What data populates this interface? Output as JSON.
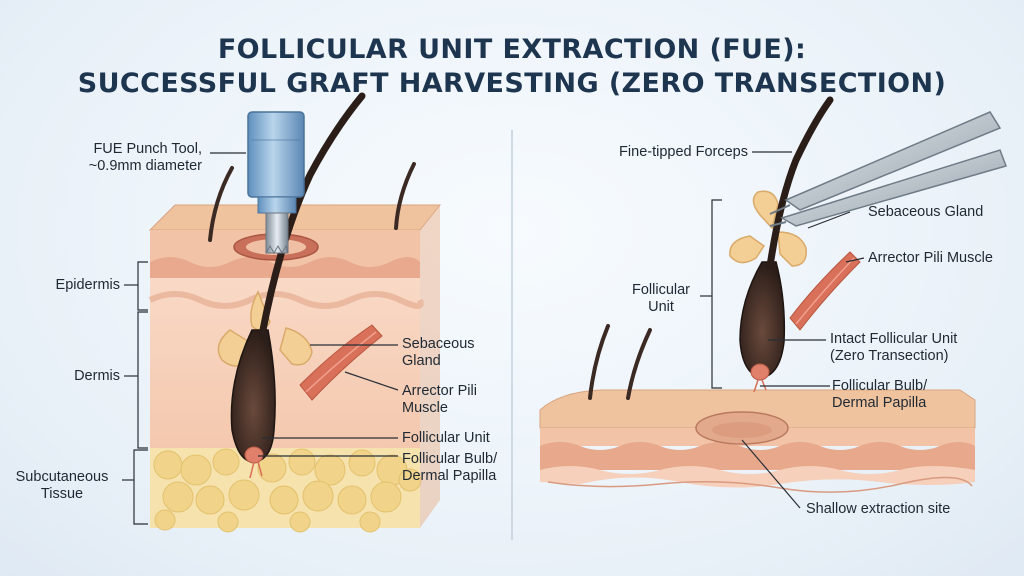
{
  "title": {
    "line1": "FOLLICULAR UNIT EXTRACTION (FUE):",
    "line2": "SUCCESSFUL GRAFT HARVESTING (ZERO TRANSECTION)"
  },
  "left": {
    "punch_tool": [
      "FUE Punch Tool,",
      "~0.9mm diameter"
    ],
    "epidermis": "Epidermis",
    "dermis": "Dermis",
    "subcutaneous": [
      "Subcutaneous",
      "Tissue"
    ],
    "sebaceous": [
      "Sebaceous",
      "Gland"
    ],
    "arrector": [
      "Arrector Pili",
      "Muscle"
    ],
    "follicular_unit": "Follicular Unit",
    "bulb": [
      "Follicular Bulb/",
      "Dermal Papilla"
    ]
  },
  "right": {
    "forceps": "Fine-tipped Forceps",
    "sebaceous": "Sebaceous Gland",
    "arrector": "Arrector Pili Muscle",
    "follicular_unit": [
      "Follicular",
      "Unit"
    ],
    "intact": [
      "Intact Follicular Unit",
      "(Zero Transection)"
    ],
    "bulb": [
      "Follicular Bulb/",
      "Dermal Papilla"
    ],
    "extraction_site": "Shallow extraction site"
  },
  "colors": {
    "title": "#1e3550",
    "skin_top": "#f2c8a8",
    "dermis": "#f7d2bd",
    "fat": "#f3dc9a",
    "hair": "#3b2a24",
    "muscle": "#d9705a",
    "gland": "#f3cf96",
    "tool": "#8fb6d8"
  }
}
